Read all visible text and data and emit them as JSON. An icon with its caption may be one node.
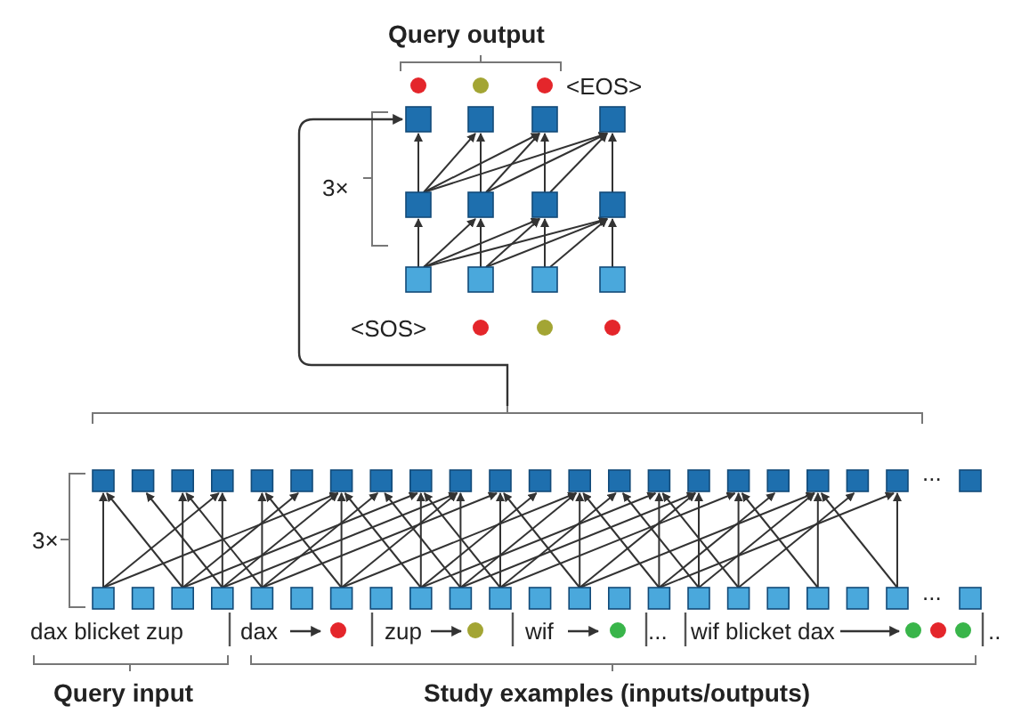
{
  "diagram": {
    "nodes": [
      {
        "text": [],
        "shape": "picture"
      },
      {
        "text": [],
        "shape": "picture"
      }
    ],
    "edges": [
      {
        "from": 1,
        "to": 0,
        "arrow": "to"
      }
    ],
    "labels": [
      "Query output",
      "<EOS>",
      "3×",
      "<SOS>",
      "3×",
      "...",
      "...",
      "dax blicket zup",
      "dax",
      "zup",
      "wif",
      "...",
      "wif blicket dax",
      "..",
      "Query input",
      "Study examples (inputs/outputs)"
    ]
  }
}
